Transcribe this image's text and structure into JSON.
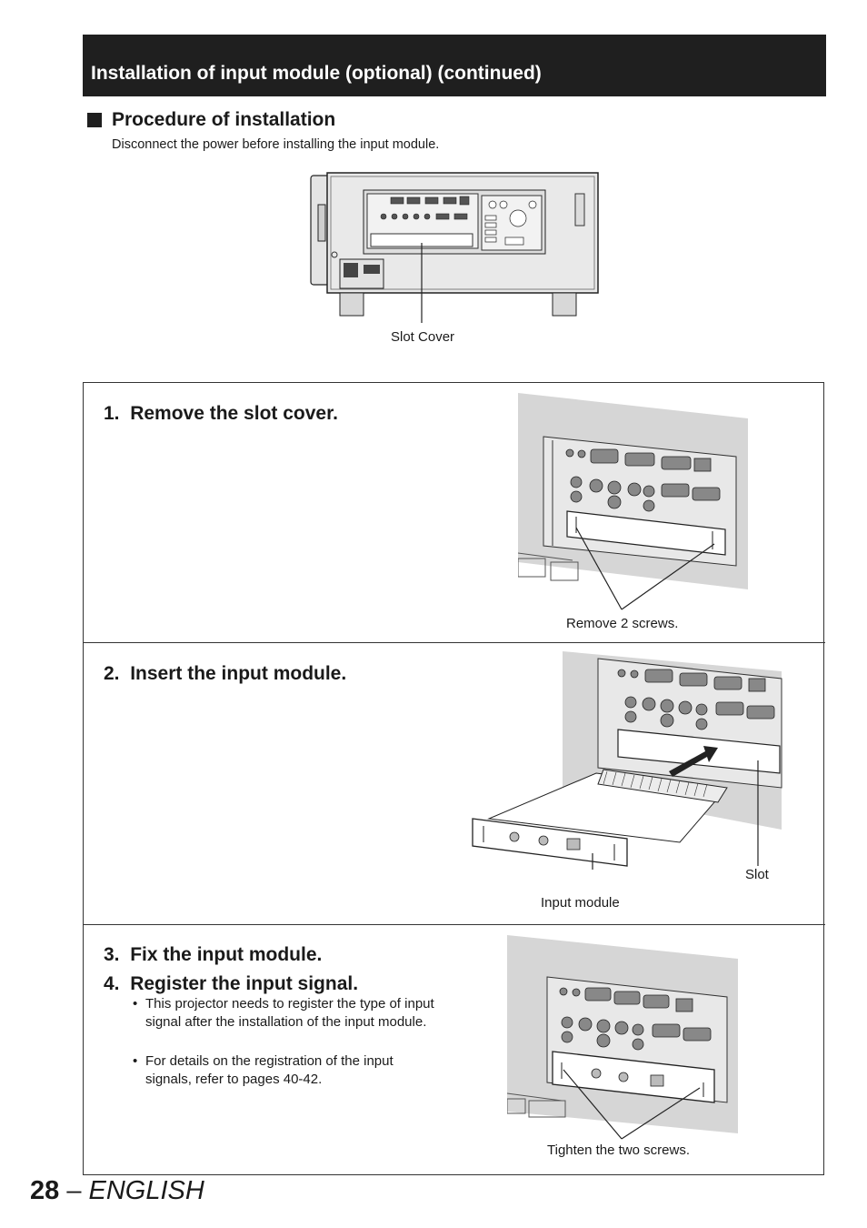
{
  "header": {
    "title": "Installation of input module (optional) (continued)"
  },
  "section": {
    "title": "Procedure of installation",
    "note": "Disconnect the power before installing the input module."
  },
  "overview_figure": {
    "callout": "Slot Cover"
  },
  "steps": [
    {
      "number": "1.",
      "title": "Remove the slot cover.",
      "callout": "Remove 2 screws."
    },
    {
      "number": "2.",
      "title": "Insert the input module.",
      "callouts": {
        "slot": "Slot",
        "module": "Input module"
      }
    },
    {
      "number": "3.",
      "title": "Fix the input module.",
      "callout": "Tighten the two screws."
    },
    {
      "number": "4.",
      "title": "Register the input signal.",
      "bullets": [
        "This projector needs to register the type of input signal after the installation of the input module.",
        "For details on the registration of the input signals, refer to pages 40-42."
      ]
    }
  ],
  "footer": {
    "page": "28",
    "separator": " – ",
    "language": "ENGLISH"
  }
}
